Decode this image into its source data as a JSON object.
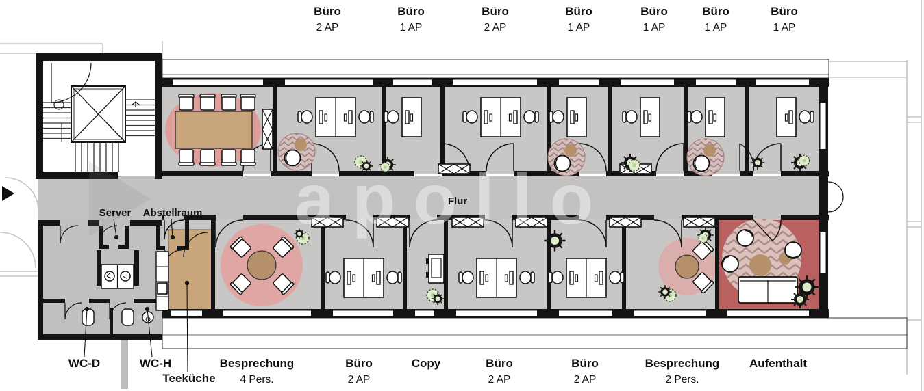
{
  "labels": {
    "top_rooms": [
      {
        "name": "Büro",
        "capacity": "2 AP"
      },
      {
        "name": "Büro",
        "capacity": "1 AP"
      },
      {
        "name": "Büro",
        "capacity": "2 AP"
      },
      {
        "name": "Büro",
        "capacity": "1 AP"
      },
      {
        "name": "Büro",
        "capacity": "1 AP"
      },
      {
        "name": "Büro",
        "capacity": "1 AP"
      },
      {
        "name": "Büro",
        "capacity": "1 AP"
      }
    ],
    "bottom_rooms": [
      {
        "name": "WC-D",
        "capacity": ""
      },
      {
        "name": "WC-H",
        "capacity": ""
      },
      {
        "name": "Teeküche",
        "capacity": ""
      },
      {
        "name": "Besprechung",
        "capacity": "4 Pers."
      },
      {
        "name": "Büro",
        "capacity": "2 AP"
      },
      {
        "name": "Copy",
        "capacity": ""
      },
      {
        "name": "Büro",
        "capacity": "2 AP"
      },
      {
        "name": "Büro",
        "capacity": "2 AP"
      },
      {
        "name": "Besprechung",
        "capacity": "2 Pers."
      },
      {
        "name": "Aufenthalt",
        "capacity": ""
      }
    ],
    "interior": {
      "corridor": "Flur",
      "server": "Server",
      "storage": "Abstellraum"
    }
  },
  "watermark": {
    "text": "apollo"
  },
  "colors": {
    "wall": "#141414",
    "room_floor": "#c8c7c5",
    "corridor_floor": "#c3c2c0",
    "rug_pink": "#dd9e9c",
    "rug_round_pink": "#dfa6a4",
    "wood": "#c9a57b",
    "lounge_floor": "#b96161",
    "lounge_rug": "#dcc0bb",
    "plant_green": "#dfeccc",
    "side_table_tan": "#b5906a"
  }
}
